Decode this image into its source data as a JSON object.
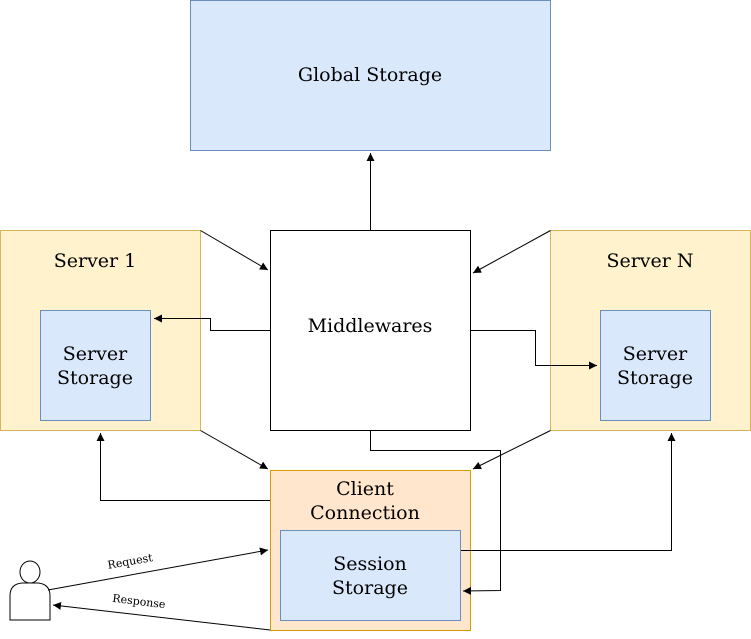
{
  "diagram": {
    "nodes": {
      "global_storage": {
        "label": "Global Storage"
      },
      "server1": {
        "label": "Server 1"
      },
      "server1_storage": {
        "label": "Server\nStorage"
      },
      "middlewares": {
        "label": "Middlewares"
      },
      "serverN": {
        "label": "Server N"
      },
      "serverN_storage": {
        "label": "Server\nStorage"
      },
      "client_connection": {
        "label": "Client\nConnection"
      },
      "session_storage": {
        "label": "Session\nStorage"
      },
      "user": {
        "icon": "user-icon"
      }
    },
    "edges": {
      "request": {
        "label": "Request"
      },
      "response": {
        "label": "Response"
      }
    },
    "colors": {
      "blue_fill": "#dae8fc",
      "blue_stroke": "#6c8ebf",
      "yellow_fill": "#fff2cc",
      "yellow_stroke": "#d6b656",
      "orange_fill": "#ffe6cc",
      "orange_stroke": "#d79b00",
      "line": "#000000"
    }
  }
}
